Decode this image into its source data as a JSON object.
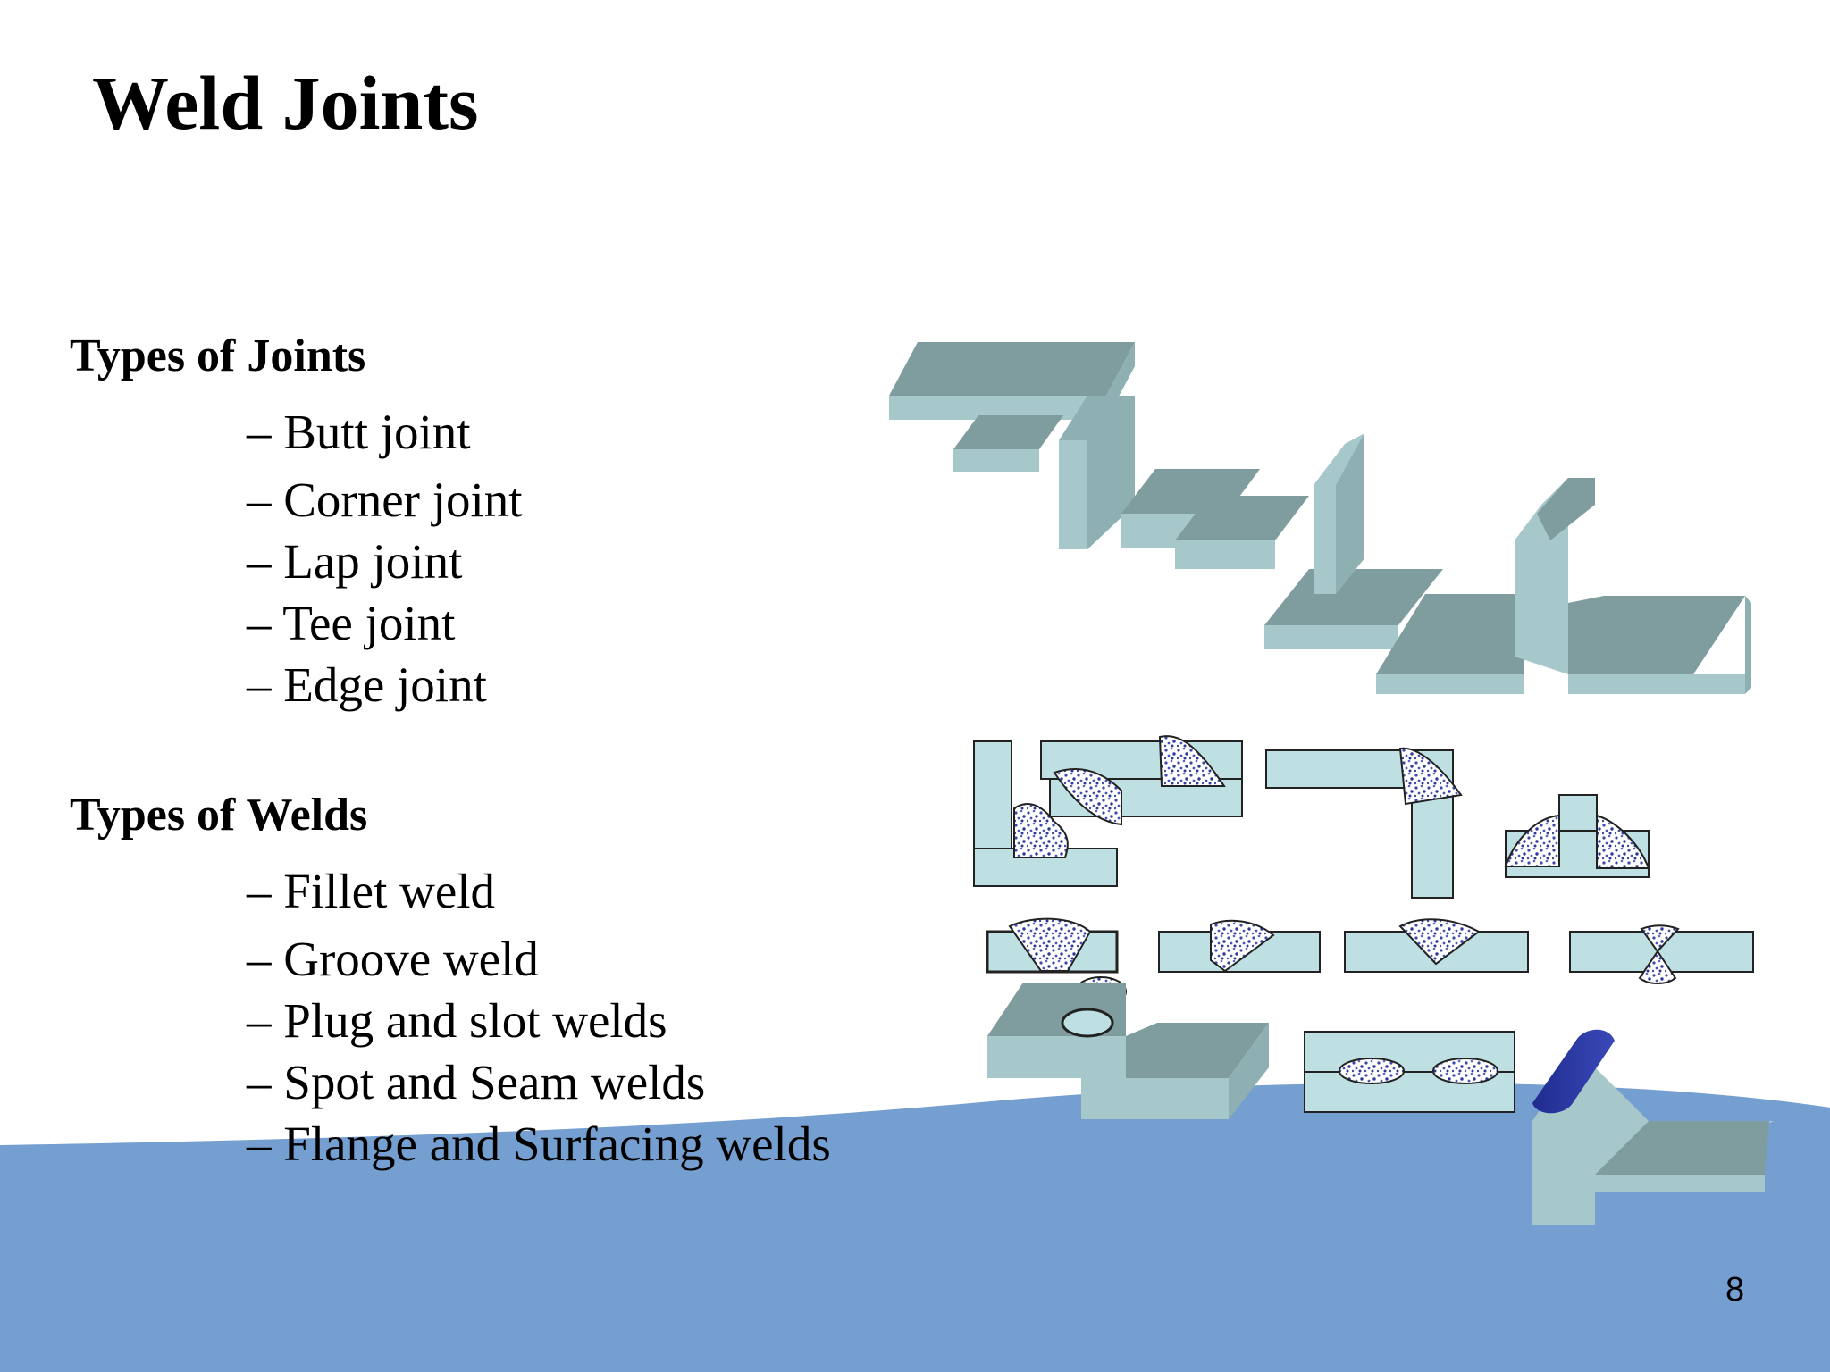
{
  "slide": {
    "title": "Weld Joints",
    "joints": {
      "heading": "Types of Joints",
      "items": [
        "– Butt joint",
        "– Corner joint",
        "– Lap joint",
        "– Tee joint",
        "– Edge joint"
      ]
    },
    "welds": {
      "heading": "Types of Welds",
      "items": [
        "– Fillet weld",
        "– Groove weld",
        "– Plug and slot welds",
        "– Spot and Seam welds",
        "– Flange and Surfacing welds"
      ]
    },
    "page_number": "8"
  },
  "colors": {
    "wave_fill": "#769fd1",
    "plate_light": "#a7c8cb",
    "plate_dark": "#7f9c9f",
    "plate_section": "#bfe0e3",
    "weld_fill": "#3b49a8",
    "spot_weld": "#1f2b8f"
  },
  "icons": [
    "weld-joints-illustration"
  ]
}
